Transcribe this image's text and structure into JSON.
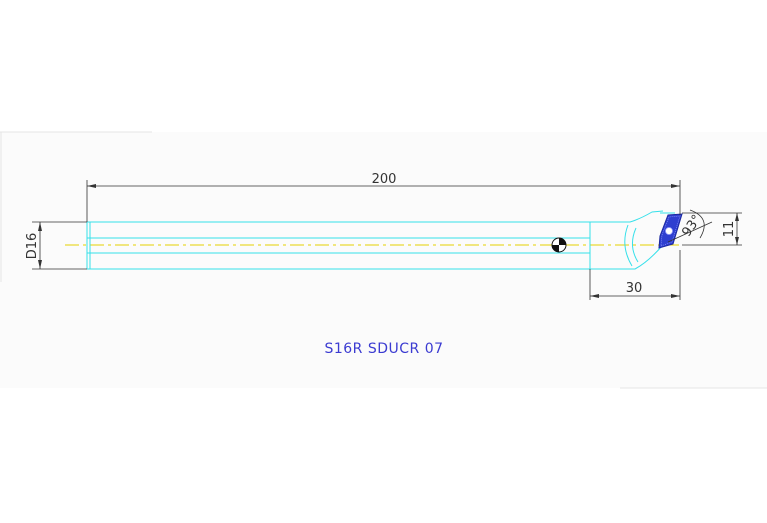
{
  "drawing": {
    "dimensions": {
      "overall_length": "200",
      "diameter": "D16",
      "head_length": "30",
      "offset": "11",
      "angle": "93°"
    },
    "model_label": "S16R SDUCR 07"
  },
  "colors": {
    "outline": "#36e0ea",
    "dimension": "#333333",
    "centerline": "#e6d200",
    "insert": "#2e3fd0",
    "insert_hatch": "#9aa0ff",
    "model_text": "#3b3bd1",
    "drawing_frame": "#f6f6f6"
  }
}
